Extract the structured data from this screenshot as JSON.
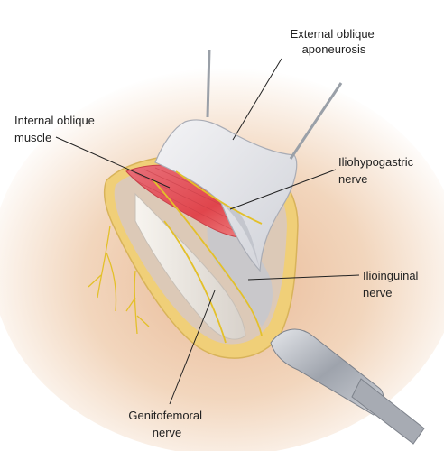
{
  "labels": {
    "external_oblique": [
      "External oblique",
      "aponeurosis"
    ],
    "internal_oblique": [
      "Internal oblique",
      "muscle"
    ],
    "iliohypogastric": [
      "Iliohypogastric",
      "nerve"
    ],
    "ilioinguinal": [
      "Ilioinguinal",
      "nerve"
    ],
    "genitofemoral": [
      "Genitofemoral",
      "nerve"
    ]
  },
  "colors": {
    "skin": "#f2d6bd",
    "fat": "#f1d27a",
    "muscle": "#e45a5a",
    "nerve": "#e3c02a",
    "aponeurosis": "#e6e6ea",
    "retractor": "#b8bcc4"
  }
}
